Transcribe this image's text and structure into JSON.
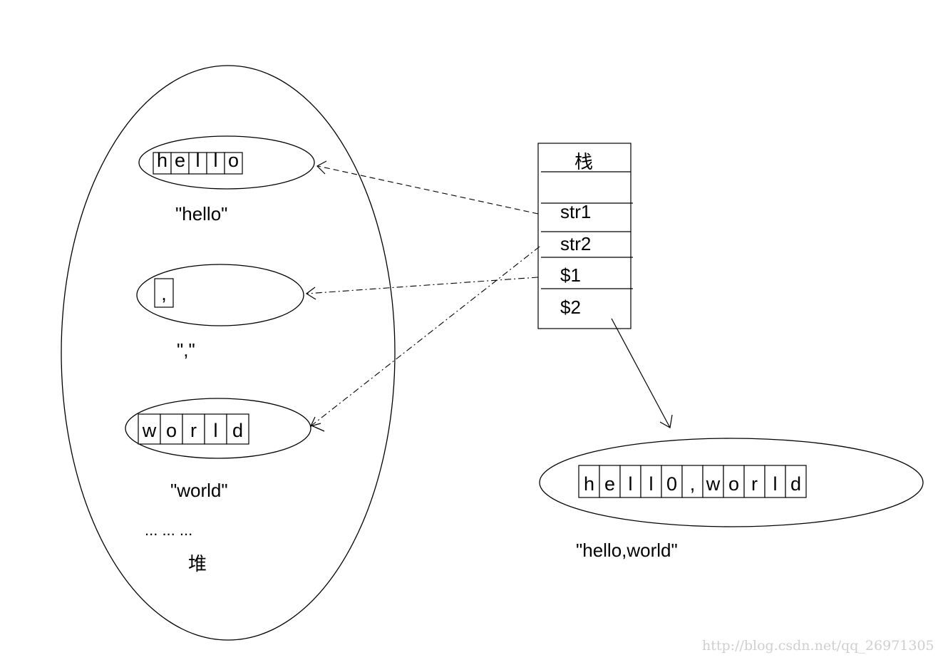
{
  "heap": {
    "label": "堆",
    "ellipsis": "... ... ...",
    "items": [
      {
        "chars": [
          "h",
          "e",
          "l",
          "l",
          "o"
        ],
        "caption": "\"hello\""
      },
      {
        "chars": [
          ","
        ],
        "caption": "\",\""
      },
      {
        "chars": [
          "w",
          "o",
          "r",
          "l",
          "d"
        ],
        "caption": "\"world\""
      }
    ]
  },
  "stack": {
    "title": "栈",
    "slots": [
      "",
      "str1",
      "str2",
      "$1",
      "$2"
    ]
  },
  "result": {
    "chars": [
      "h",
      "e",
      "l",
      "l",
      "0",
      ",",
      "w",
      "o",
      "r",
      "l",
      "d"
    ],
    "caption": "\"hello,world\""
  },
  "watermark": "http://blog.csdn.net/qq_26971305"
}
